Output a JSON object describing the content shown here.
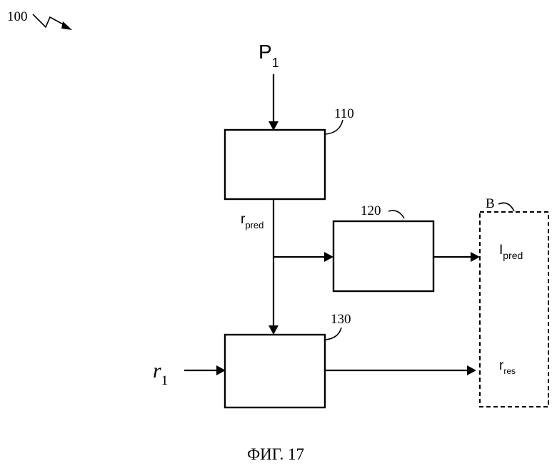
{
  "figure": {
    "ref_numeral": "100",
    "caption": "ФИГ. 17"
  },
  "labels": {
    "input_p": "P",
    "input_p_sub": "1",
    "input_r": "r",
    "input_r_sub": "1",
    "signal_rpred": "r",
    "signal_rpred_sub": "pred",
    "output_ipred": "I",
    "output_ipred_sub": "pred",
    "output_rres": "r",
    "output_rres_sub": "res"
  },
  "blocks": {
    "block_110": "110",
    "block_120": "120",
    "block_130": "130",
    "container_b": "B"
  }
}
